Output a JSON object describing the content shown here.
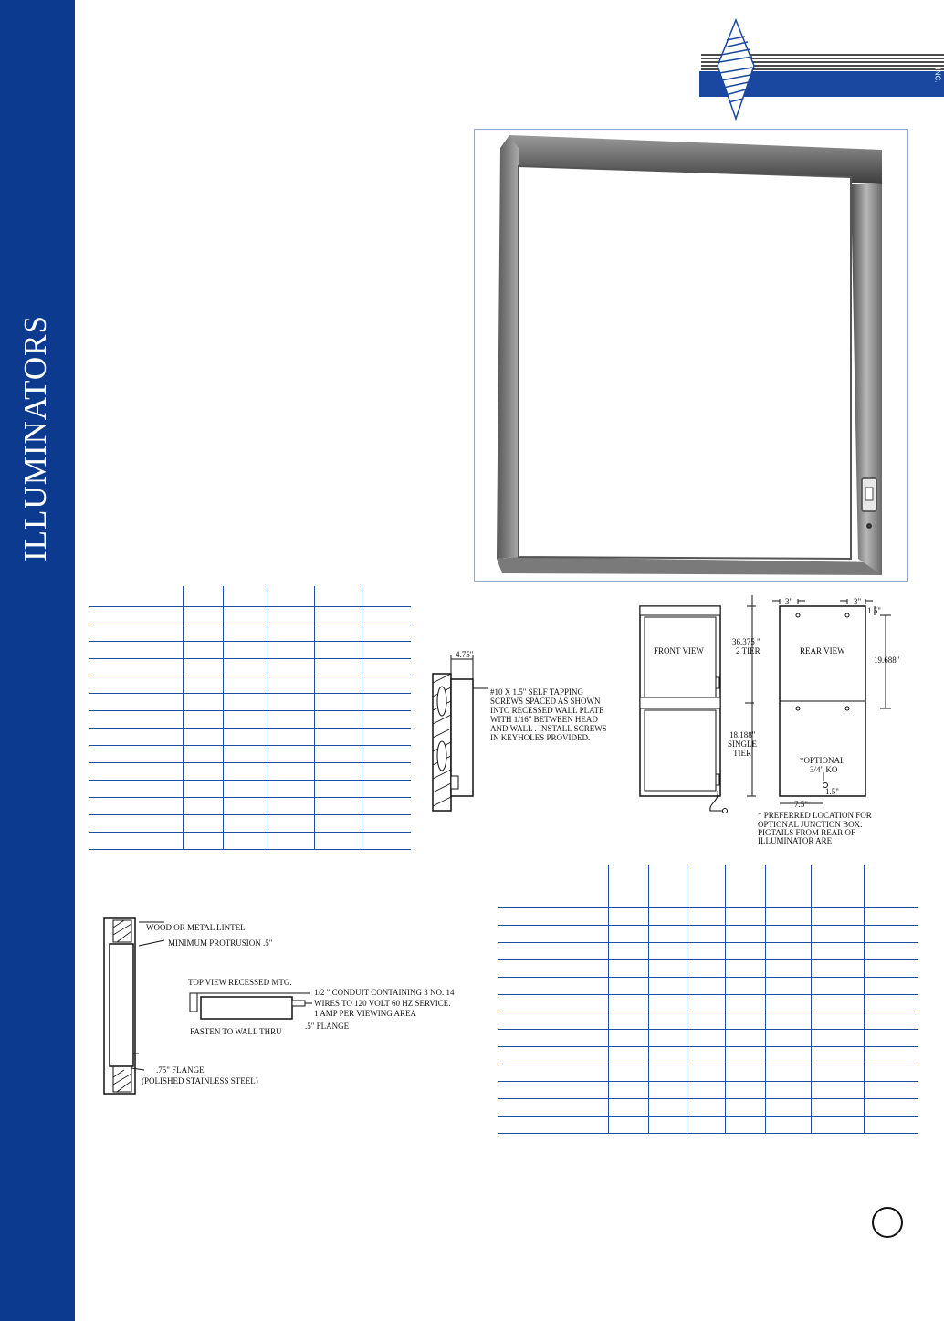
{
  "sidebar": {
    "title": "ILLUMINATORS"
  },
  "logo": {
    "suffix": "INC."
  },
  "rear_view": {
    "front_view_label": "FRONT VIEW",
    "rear_view_label": "REAR VIEW",
    "dim_3_left": "3\"",
    "dim_3_right": "3\"",
    "dim_1_5_top": "1.5\"",
    "dim_2tier_1": "36.375 \"",
    "dim_2tier_2": "2 TIER",
    "dim_19_688": "19.688\"",
    "dim_single_1": "18.188\"",
    "dim_single_2": "SINGLE",
    "dim_single_3": "TIER",
    "optional_1": "*OPTIONAL",
    "optional_2": "3/4\" KO",
    "dim_1_5_bottom": "1.5\"",
    "dim_7_5": "7.5\"",
    "preferred_1": "* PREFERRED LOCATION FOR",
    "preferred_2": "OPTIONAL JUNCTION BOX.",
    "preferred_3": "PIGTAILS FROM REAR OF",
    "preferred_4": "ILLUMINATOR ARE"
  },
  "side_mount": {
    "dim_4_75": "4.75\"",
    "note_1": "#10 X 1.5\" SELF TAPPING",
    "note_2": "SCREWS SPACED AS SHOWN",
    "note_3": "INTO RECESSED WALL PLATE",
    "note_4": "WITH 1/16\" BETWEEN HEAD",
    "note_5": "AND WALL . INSTALL SCREWS",
    "note_6": "IN KEYHOLES PROVIDED."
  },
  "recessed": {
    "lintel": "WOOD OR METAL LINTEL",
    "protrusion": "MINIMUM PROTRUSION .5\"",
    "top_view": "TOP VIEW RECESSED MTG.",
    "conduit_1": "1/2 \" CONDUIT CONTAINING 3 NO. 14",
    "conduit_2": "WIRES TO 120 VOLT 60 HZ SERVICE.",
    "conduit_3": "1 AMP PER VIEWING AREA",
    "fasten": "FASTEN TO WALL THRU",
    "flange_5": ".5\" FLANGE",
    "flange_75_1": ".75\" FLANGE",
    "flange_75_2": "(POLISHED STAINLESS STEEL)"
  }
}
